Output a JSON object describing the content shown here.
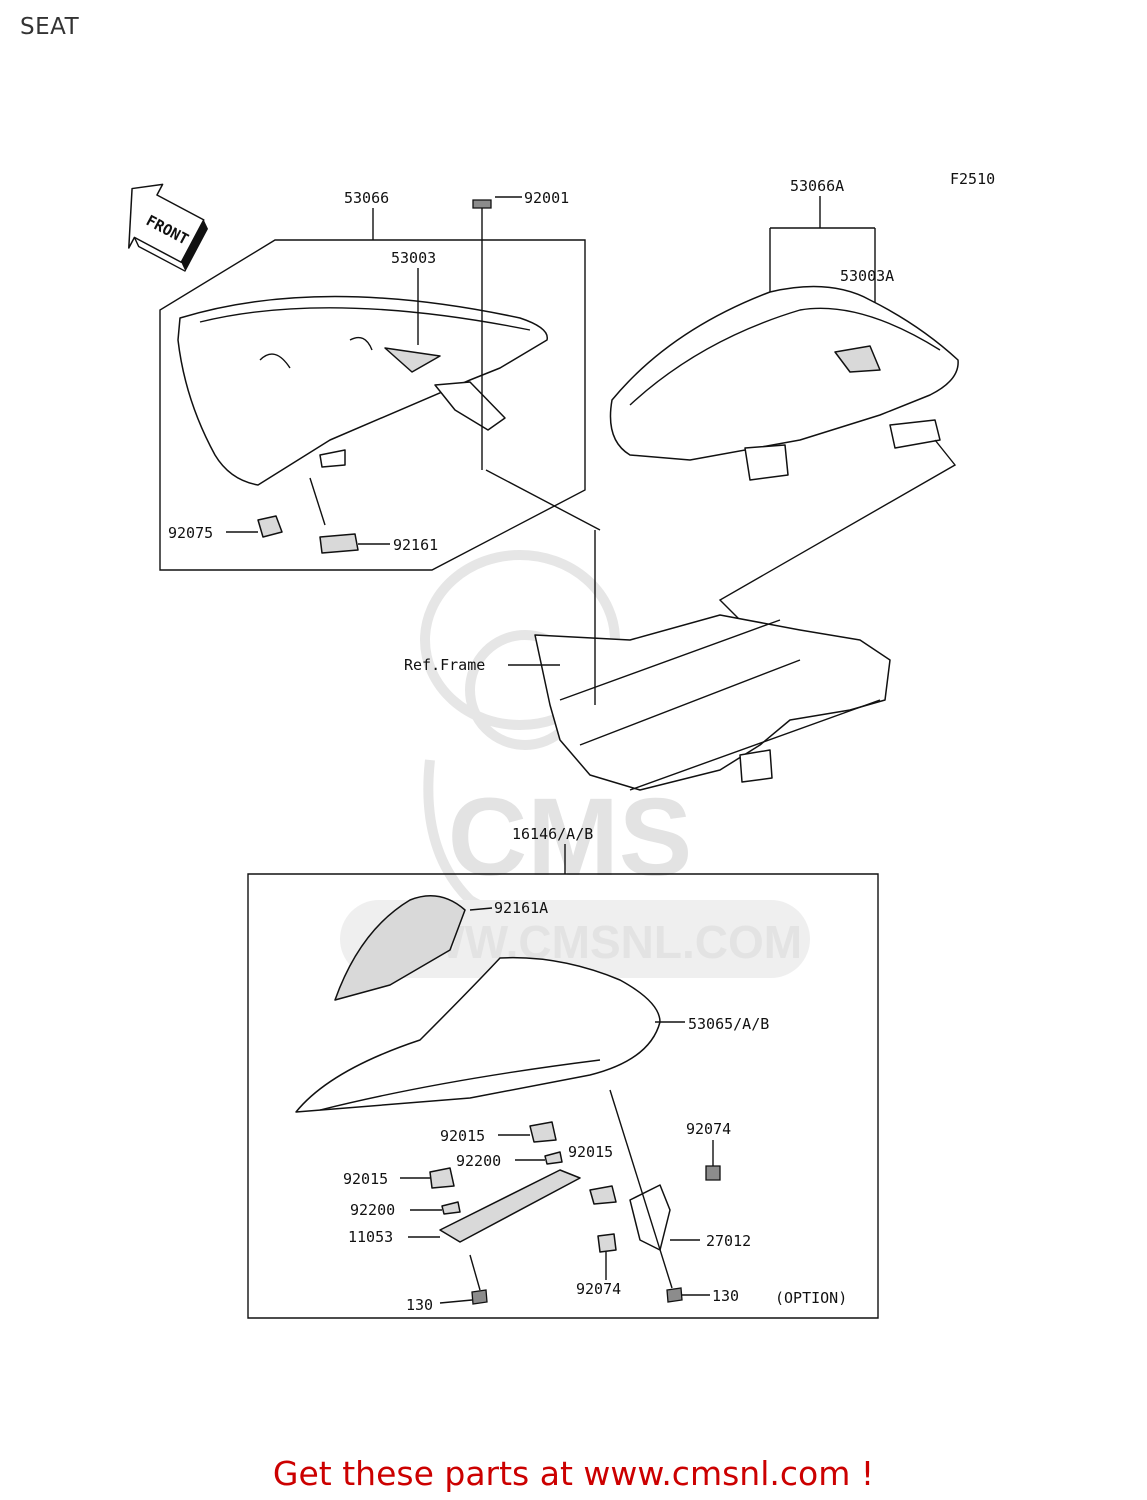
{
  "page": {
    "title": "SEAT"
  },
  "diagram": {
    "code": "F2510",
    "front_label": "FRONT",
    "watermark": {
      "brand": "CMS",
      "url": "WWW.CMSNL.COM"
    },
    "labels": {
      "p53066": "53066",
      "p92001": "92001",
      "p53003": "53003",
      "p53066A": "53066A",
      "p53003A": "53003A",
      "p92075": "92075",
      "p92161": "92161",
      "ref_frame": "Ref.Frame",
      "p16146": "16146/A/B",
      "p92161A": "92161A",
      "p53065": "53065/A/B",
      "p92015_a": "92015",
      "p92200_a": "92200",
      "p92015_b": "92015",
      "p92015_c": "92015",
      "p92200_b": "92200",
      "p11053": "11053",
      "p130_a": "130",
      "p92074_a": "92074",
      "p27012": "27012",
      "p92074_b": "92074",
      "p130_b": "130",
      "option": "(OPTION)"
    }
  },
  "footer": {
    "cta": "Get these parts at www.cmsnl.com !",
    "color": "#cc0000"
  }
}
